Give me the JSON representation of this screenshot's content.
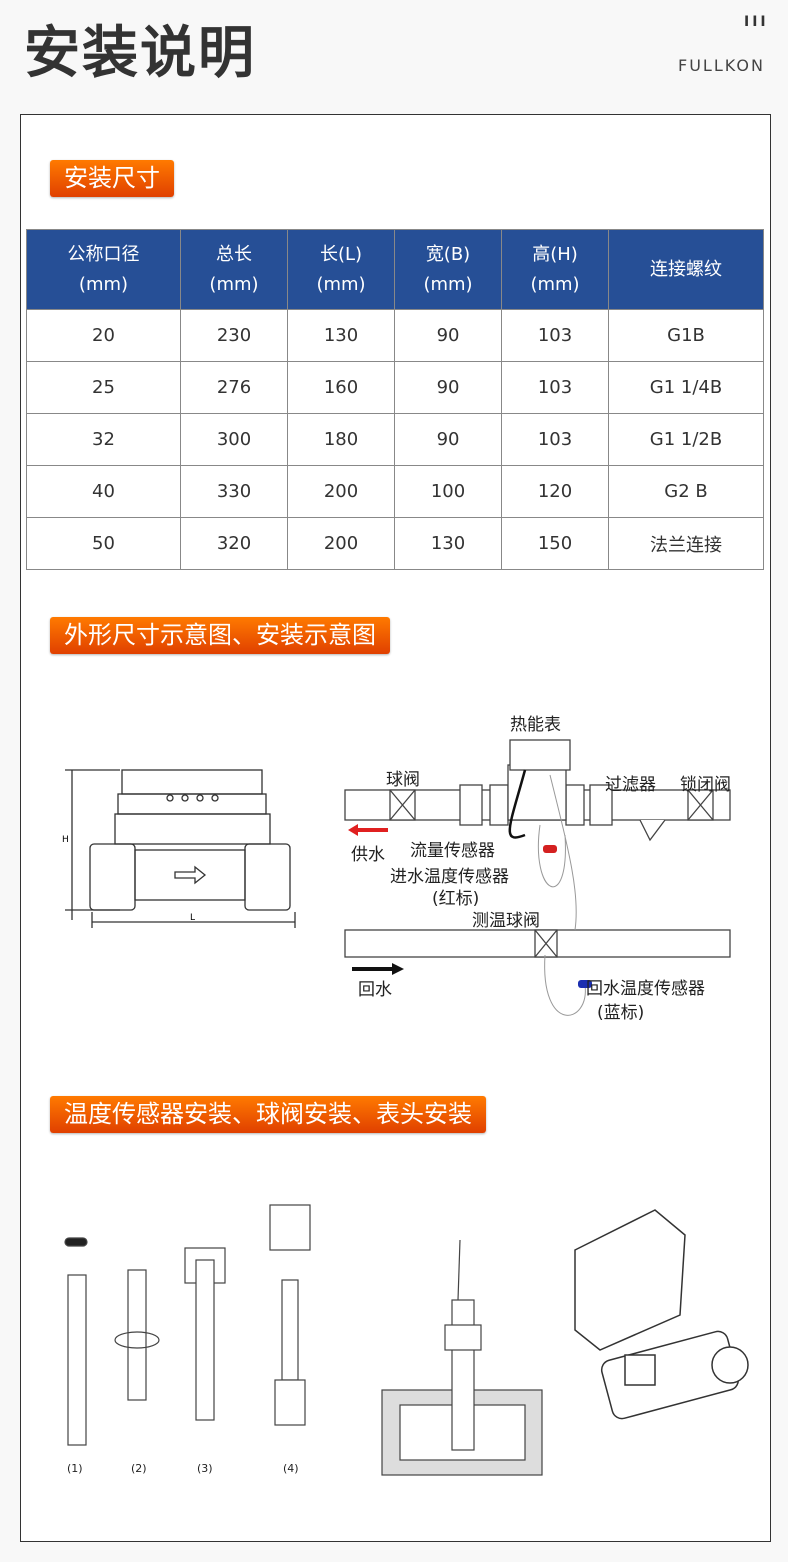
{
  "header": {
    "title": "安装说明",
    "bars": "III",
    "brand": "FULLKON"
  },
  "sections": {
    "size": "安装尺寸",
    "diagram": "外形尺寸示意图、安装示意图",
    "install": "温度传感器安装、球阀安装、表头安装"
  },
  "table": {
    "headers": [
      [
        "公称口径",
        "(mm)"
      ],
      [
        "总长",
        "(mm)"
      ],
      [
        "长(L)",
        "(mm)"
      ],
      [
        "宽(B)",
        "(mm)"
      ],
      [
        "高(H)",
        "(mm)"
      ],
      [
        "连接螺纹",
        ""
      ]
    ],
    "rows": [
      [
        "20",
        "230",
        "130",
        "90",
        "103",
        "G1B"
      ],
      [
        "25",
        "276",
        "160",
        "90",
        "103",
        "G1 1/4B"
      ],
      [
        "32",
        "300",
        "180",
        "90",
        "103",
        "G1 1/2B"
      ],
      [
        "40",
        "330",
        "200",
        "100",
        "120",
        "G2 B"
      ],
      [
        "50",
        "320",
        "200",
        "130",
        "150",
        "法兰连接"
      ]
    ]
  },
  "diagram": {
    "dim_h": "H",
    "dim_l": "L",
    "meter": "热能表",
    "ball_valve": "球阀",
    "filter": "过滤器",
    "lock_valve": "锁闭阀",
    "supply": "供水",
    "flow_sensor": "流量传感器",
    "inlet_sensor": "进水温度传感器",
    "inlet_mark": "(红标)",
    "temp_valve": "测温球阀",
    "return": "回水",
    "return_sensor": "回水温度传感器",
    "return_mark": "(蓝标)"
  },
  "steps": [
    "(1)",
    "(2)",
    "(3)",
    "(4)"
  ],
  "colors": {
    "accent": "#ff6a00",
    "table_header": "#264f96",
    "supply_arrow": "#e02020",
    "return_arrow": "#111111",
    "red_mark": "#d42020",
    "blue_mark": "#1b2fb0"
  }
}
